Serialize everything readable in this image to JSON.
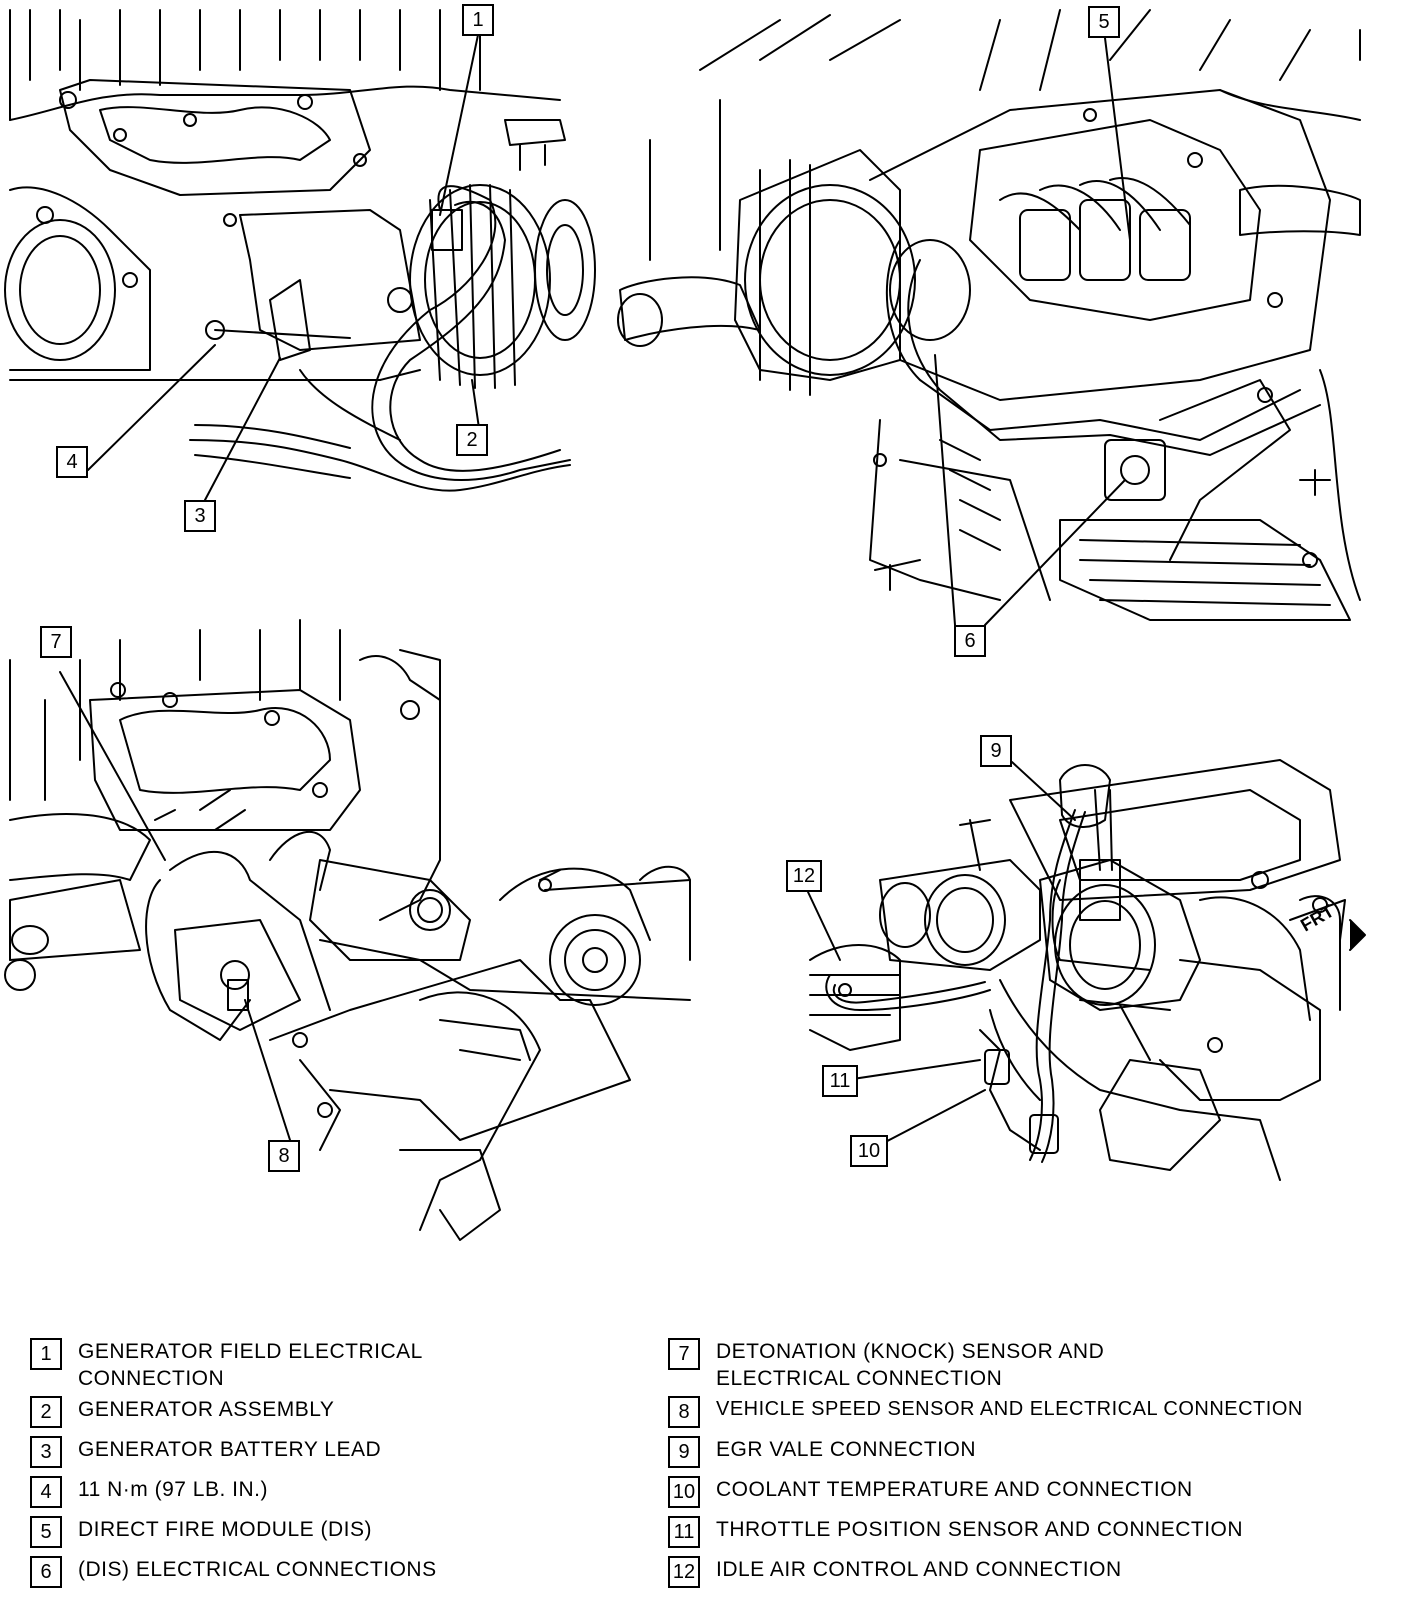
{
  "callouts": {
    "c1": "1",
    "c2": "2",
    "c3": "3",
    "c4": "4",
    "c5": "5",
    "c6": "6",
    "c7": "7",
    "c8": "8",
    "c9": "9",
    "c10": "10",
    "c11": "11",
    "c12": "12"
  },
  "frt_label": "FRT",
  "legend": [
    {
      "num": "1",
      "text": "GENERATOR FIELD ELECTRICAL CONNECTION"
    },
    {
      "num": "2",
      "text": "GENERATOR ASSEMBLY"
    },
    {
      "num": "3",
      "text": "GENERATOR BATTERY LEAD"
    },
    {
      "num": "4",
      "text": "11 N·m (97 LB. IN.)"
    },
    {
      "num": "5",
      "text": "DIRECT FIRE MODULE (DIS)"
    },
    {
      "num": "6",
      "text": "(DIS) ELECTRICAL CONNECTIONS"
    },
    {
      "num": "7",
      "text": "DETONATION (KNOCK) SENSOR AND ELECTRICAL CONNECTION"
    },
    {
      "num": "8",
      "text": "VEHICLE SPEED SENSOR AND ELECTRICAL CONNECTION"
    },
    {
      "num": "9",
      "text": "EGR VALE CONNECTION"
    },
    {
      "num": "10",
      "text": "COOLANT TEMPERATURE AND CONNECTION"
    },
    {
      "num": "11",
      "text": "THROTTLE POSITION SENSOR AND CONNECTION"
    },
    {
      "num": "12",
      "text": "IDLE AIR CONTROL AND CONNECTION"
    }
  ]
}
